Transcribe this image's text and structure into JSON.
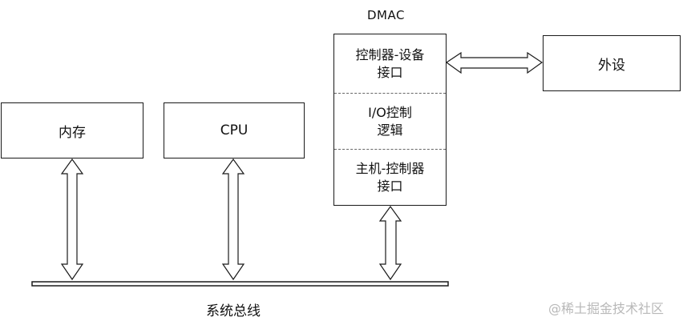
{
  "diagram": {
    "memory_label": "内存",
    "cpu_label": "CPU",
    "peripheral_label": "外设",
    "dmac": {
      "title": "DMAC",
      "sections": [
        {
          "line1": "控制器-设备",
          "line2": "接口"
        },
        {
          "line1": "I/O控制",
          "line2": "逻辑"
        },
        {
          "line1": "主机-控制器",
          "line2": "接口"
        }
      ]
    },
    "bus_label": "系统总线"
  },
  "watermark": "@稀土掘金技术社区"
}
